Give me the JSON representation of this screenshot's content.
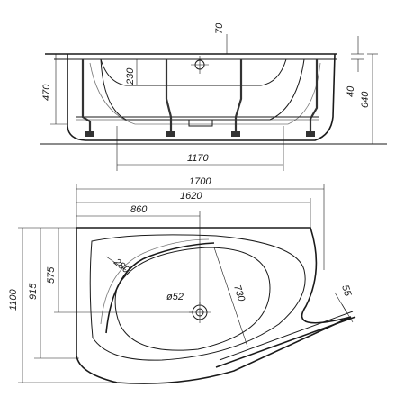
{
  "side_view": {
    "dims": {
      "top_offset": "70",
      "inner_depth": "230",
      "side_height": "470",
      "foot_height": "40",
      "total_height": "640",
      "leg_span": "1170"
    }
  },
  "top_view": {
    "dims": {
      "total_length": "1700",
      "rim_length": "1620",
      "drain_offset_x": "860",
      "corner_radius": "280",
      "drain_diameter": "ø52",
      "diagonal": "730",
      "angle_cut": "55",
      "total_width": "1100",
      "depth_915": "915",
      "drain_offset_y": "575"
    }
  }
}
